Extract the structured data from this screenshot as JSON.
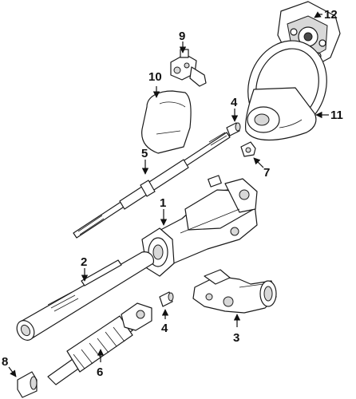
{
  "callouts": [
    {
      "id": "1",
      "label": "1"
    },
    {
      "id": "2",
      "label": "2"
    },
    {
      "id": "3",
      "label": "3"
    },
    {
      "id": "4a",
      "label": "4"
    },
    {
      "id": "4b",
      "label": "4"
    },
    {
      "id": "5",
      "label": "5"
    },
    {
      "id": "6",
      "label": "6"
    },
    {
      "id": "7",
      "label": "7"
    },
    {
      "id": "8",
      "label": "8"
    },
    {
      "id": "9",
      "label": "9"
    },
    {
      "id": "10",
      "label": "10"
    },
    {
      "id": "11",
      "label": "11"
    },
    {
      "id": "12",
      "label": "12"
    }
  ],
  "colors": {
    "line": "#1a1a1a",
    "fill": "#ffffff",
    "shade": "#d8d8d8"
  }
}
